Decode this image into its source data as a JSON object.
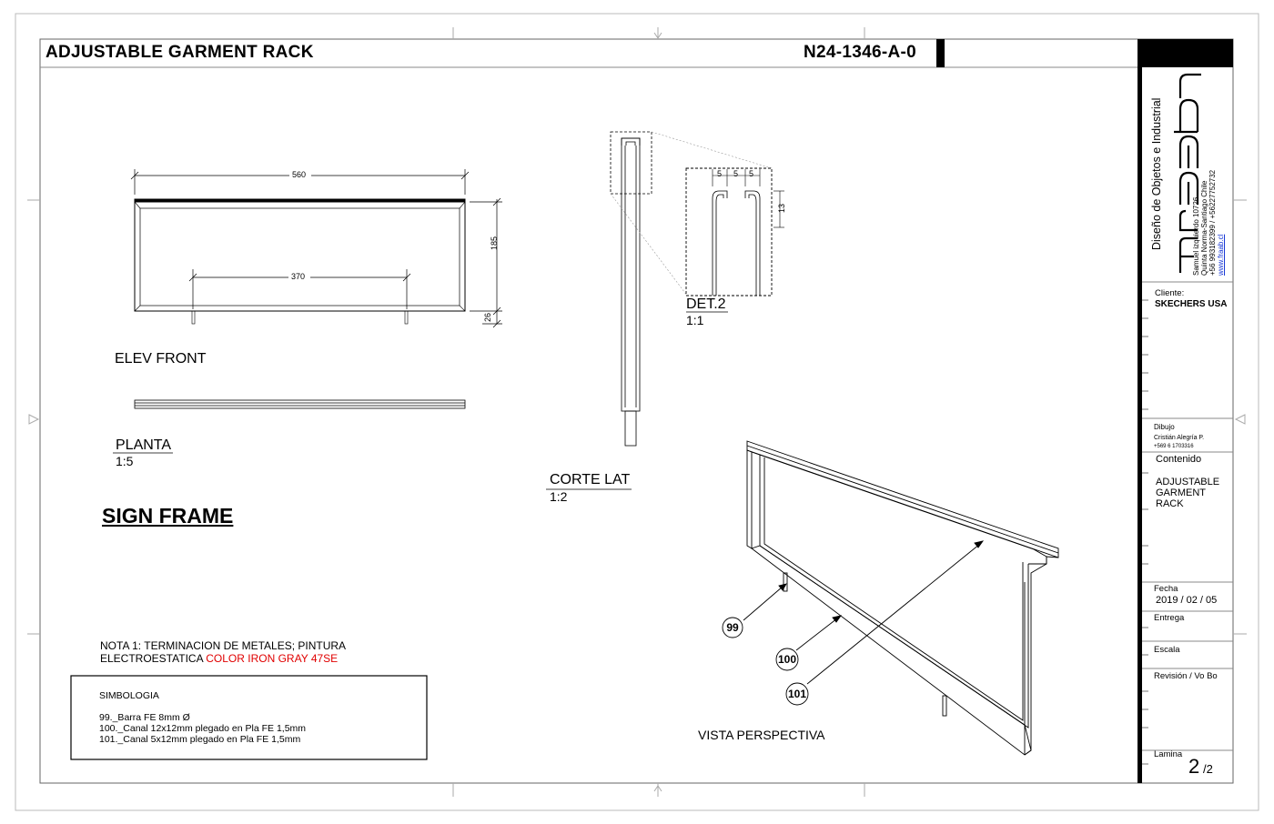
{
  "header": {
    "project_title": "ADJUSTABLE GARMENT RACK",
    "code": "N24-1346-A-0"
  },
  "views": {
    "elev_front": {
      "label": "ELEV FRONT"
    },
    "planta": {
      "label": "PLANTA",
      "scale": "1:5"
    },
    "corte_lat": {
      "label": "CORTE LAT",
      "scale": "1:2"
    },
    "det2": {
      "label": "DET.2",
      "scale": "1:1"
    },
    "perspectiva": {
      "label": "VISTA PERSPECTIVA"
    }
  },
  "dimensions": {
    "width": "560",
    "inner": "370",
    "height": "185",
    "leg": "26",
    "det_a": "5",
    "det_b": "5",
    "det_c": "5",
    "det_h": "13"
  },
  "section_title": "SIGN FRAME",
  "nota": {
    "line1": "NOTA 1: TERMINACION  DE METALES; PINTURA",
    "line2_prefix": "ELECTROESTATICA ",
    "line2_color": "COLOR IRON GRAY 47SE"
  },
  "simbologia": {
    "title": "SIMBOLOGIA",
    "items": [
      "99._Barra FE 8mm Ø",
      "100._Canal 12x12mm plegado en Pla FE 1,5mm",
      "101._Canal 5x12mm plegado en Pla FE 1,5mm"
    ]
  },
  "callouts": [
    "99",
    "100",
    "101"
  ],
  "title_block": {
    "company_tagline": "Diseño de Objetos e Industrial",
    "address": "Samuel izquierdo 10726",
    "city": "Quinta Norma-Santiago Chile",
    "phones": "+56 993182399  /  +56227752732",
    "website": "www.fraab.cl",
    "cliente_label": "Cliente:",
    "cliente": "SKECHERS USA",
    "dibujo_label": "Dibujo",
    "dibujante": "Cristián Alegría P.",
    "dibujante_phone": "+569 6 1703316",
    "contenido_label": "Contenido",
    "contenido": [
      "ADJUSTABLE",
      "GARMENT",
      "RACK"
    ],
    "fecha_label": "Fecha",
    "fecha": "2019 / 02 / 05",
    "entrega_label": "Entrega",
    "escala_label": "Escala",
    "revision_label": "Revisión   / Vo Bo",
    "lamina_label": "Lamina",
    "lamina_num": "2",
    "lamina_total": "/2"
  },
  "colors": {
    "accent_red": "#e00000",
    "ink": "#000000"
  }
}
